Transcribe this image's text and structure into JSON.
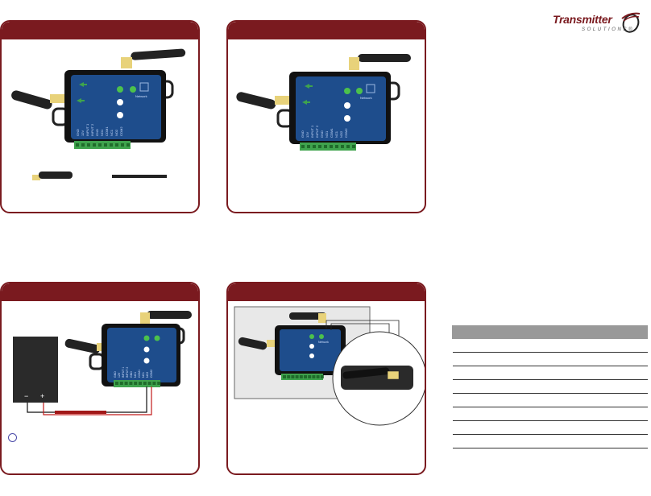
{
  "logo": {
    "brand": "Transmitter",
    "sub": "SOLUTIONS",
    "reg": "®"
  },
  "device": {
    "network_label": "Network",
    "terminal_labels": [
      "GND",
      "12V",
      "INPUT 1",
      "INPUT 2",
      "GND",
      "NO1",
      "COM1",
      "NC1",
      "NO2",
      "COM2"
    ]
  },
  "battery": {
    "minus": "−",
    "plus": "+"
  },
  "colors": {
    "panel_border": "#7a1a1f",
    "device_body": "#1e4d8c",
    "terminal_block": "#3fa34d",
    "antenna": "#222222",
    "connector": "#e8d27a"
  },
  "spec_table": {
    "rows": 8
  }
}
